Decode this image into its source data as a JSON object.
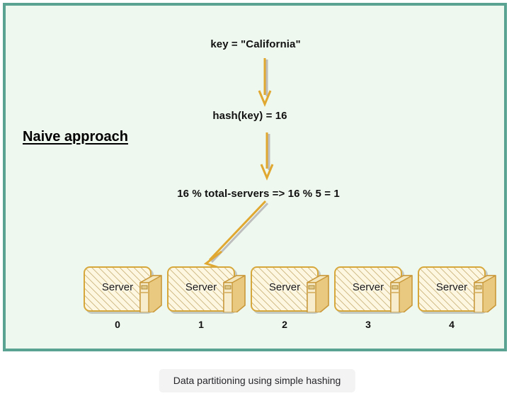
{
  "frame": {
    "border_color": "#5aa392",
    "background_color": "#eff8ee"
  },
  "section": {
    "title": "Naive approach"
  },
  "flow": {
    "steps": [
      {
        "id": "key",
        "text": "key = \"California\""
      },
      {
        "id": "hash",
        "text": "hash(key) = 16"
      },
      {
        "id": "mod",
        "text": "16 % total-servers => 16 % 5 = 1"
      }
    ],
    "arrow_color": "#e0a830",
    "arrow_shadow_color": "#b9b9b9"
  },
  "servers": {
    "label": "Server",
    "border_color": "#d6a83c",
    "fill_color": "#fdf6e0",
    "nodes": [
      {
        "index": "0",
        "label": "Server"
      },
      {
        "index": "1",
        "label": "Server"
      },
      {
        "index": "2",
        "label": "Server"
      },
      {
        "index": "3",
        "label": "Server"
      },
      {
        "index": "4",
        "label": "Server"
      }
    ],
    "selected_index": "1"
  },
  "caption": {
    "text": "Data partitioning using simple hashing"
  }
}
